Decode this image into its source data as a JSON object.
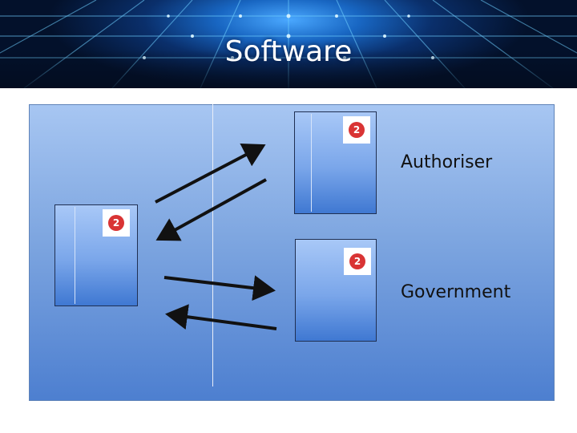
{
  "title": "Software",
  "diagram": {
    "nodes": [
      {
        "id": "left",
        "label": "",
        "badge": "2"
      },
      {
        "id": "authoriser",
        "label": "Authoriser",
        "badge": "2"
      },
      {
        "id": "government",
        "label": "Government",
        "badge": "2"
      }
    ]
  }
}
